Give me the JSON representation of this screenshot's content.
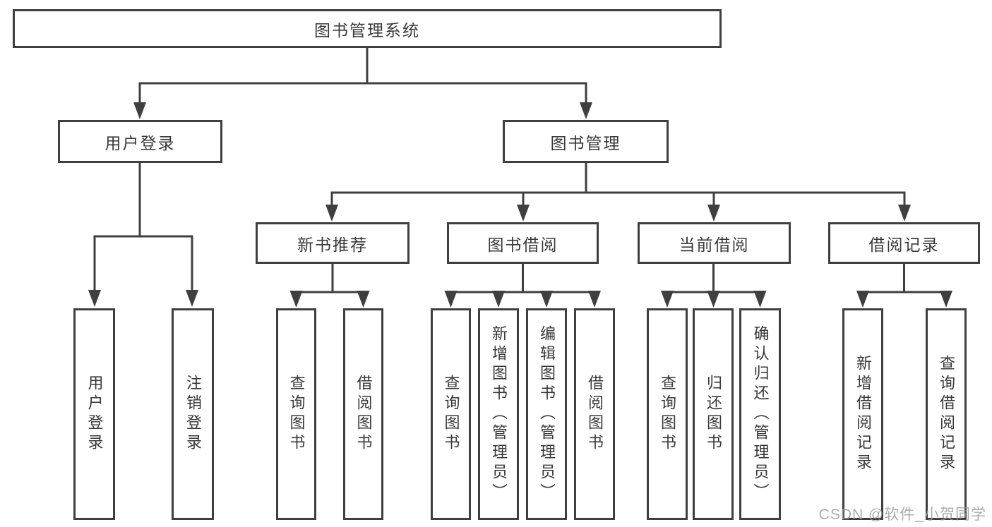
{
  "diagram": {
    "type": "hierarchy-tree",
    "root": {
      "label": "图书管理系统"
    },
    "level1": [
      {
        "label": "用户登录"
      },
      {
        "label": "图书管理"
      }
    ],
    "level2": [
      {
        "label": "新书推荐"
      },
      {
        "label": "图书借阅"
      },
      {
        "label": "当前借阅"
      },
      {
        "label": "借阅记录"
      }
    ],
    "leaves": {
      "user_login": [
        "用户登录",
        "注销登录"
      ],
      "new_books": [
        "查询图书",
        "借阅图书"
      ],
      "book_borrow": [
        "查询图书",
        "新增图书（管理员）",
        "编辑图书（管理员）",
        "借阅图书"
      ],
      "current_borrow": [
        "查询图书",
        "归还图书",
        "确认归还（管理员）"
      ],
      "borrow_records": [
        "新增借阅记录",
        "查询借阅记录"
      ]
    },
    "colors": {
      "line": "#3f3f3f",
      "text": "#383838",
      "box_fill": "#ffffff",
      "watermark": "#9e9e9e"
    }
  },
  "watermark": {
    "text": "CSDN @软件_小贺同学"
  }
}
